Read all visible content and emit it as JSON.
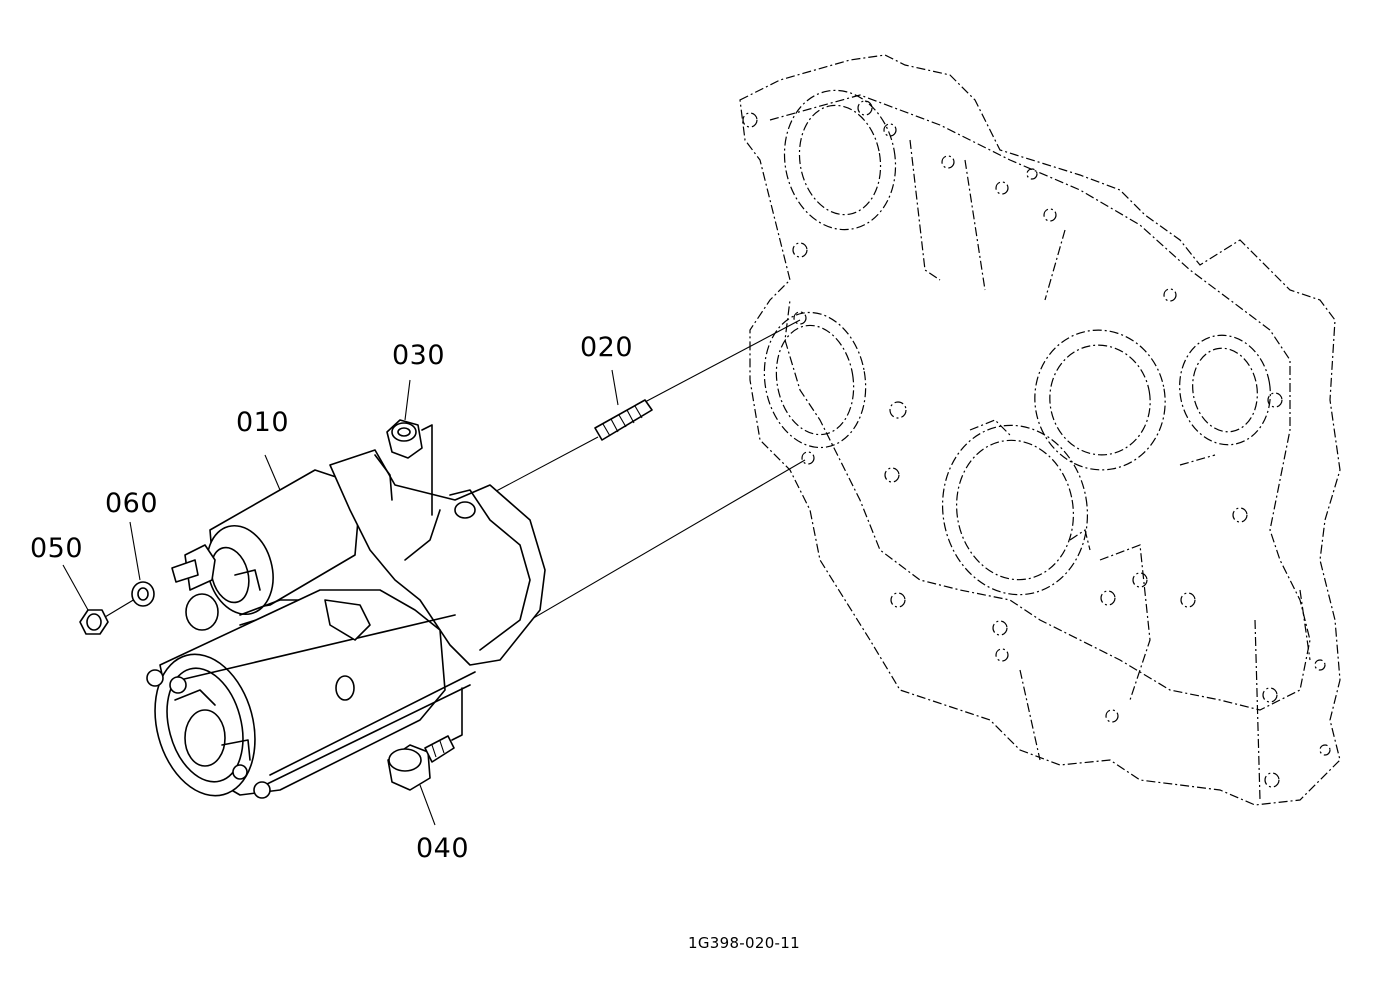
{
  "callouts": [
    {
      "id": "010",
      "label": "010"
    },
    {
      "id": "020",
      "label": "020"
    },
    {
      "id": "030",
      "label": "030"
    },
    {
      "id": "040",
      "label": "040"
    },
    {
      "id": "050",
      "label": "050"
    },
    {
      "id": "060",
      "label": "060"
    }
  ],
  "drawing_number": "1G398-020-11"
}
